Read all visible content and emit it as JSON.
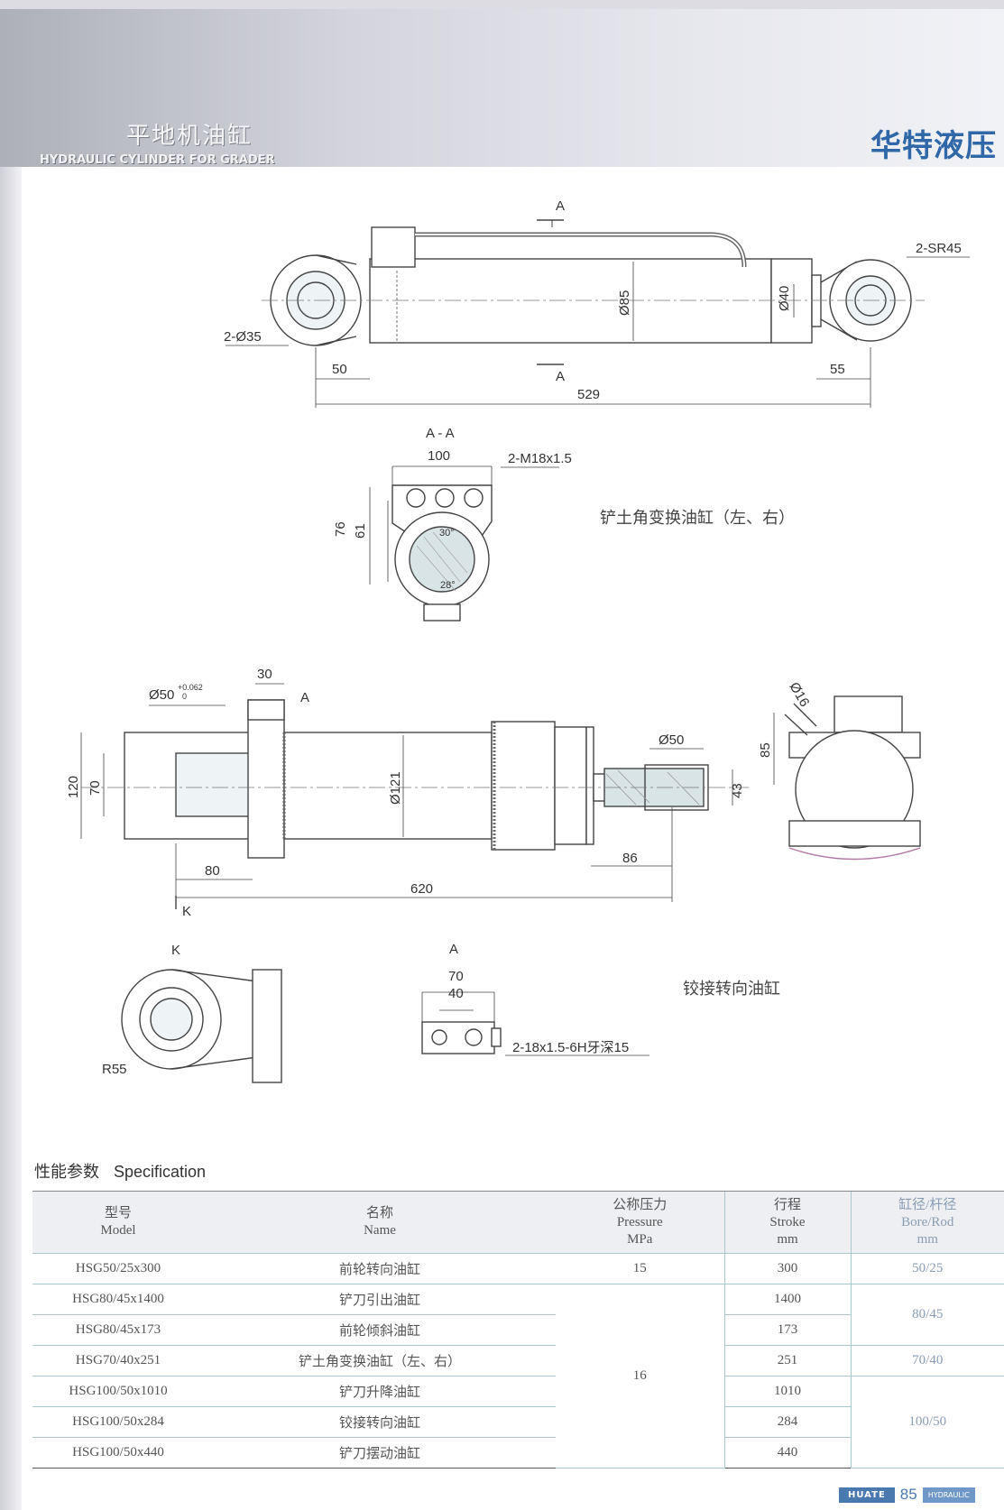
{
  "header": {
    "title_cn": "平地机油缸",
    "title_en": "HYDRAULIC CYLINDER FOR GRADER",
    "brand": "华特液压"
  },
  "drawing1": {
    "dims": {
      "section_a_top": "A",
      "section_a_bottom": "A",
      "sr45": "2-SR45",
      "d35": "2-Ø35",
      "d85": "Ø85",
      "d40": "Ø40",
      "d50": "50",
      "d55": "55",
      "d529": "529"
    }
  },
  "section_aa": {
    "title": "A - A",
    "dims": {
      "w100": "100",
      "thread": "2-M18x1.5",
      "h76": "76",
      "h61": "61",
      "ang30": "30°",
      "ang28": "28°"
    },
    "note": "铲土角变换油缸（左、右）"
  },
  "drawing2": {
    "dims": {
      "d50tol": "Ø50",
      "tol_upper": "+0.062",
      "tol_lower": "0",
      "w30": "30",
      "mark_a": "A",
      "h120": "120",
      "h70": "70",
      "d121": "Ø121",
      "d50b": "Ø50",
      "h43": "43",
      "w80": "80",
      "w620": "620",
      "w86": "86",
      "mark_k": "K",
      "d16": "Ø16",
      "h85": "85"
    }
  },
  "view_k": {
    "title": "K",
    "r55": "R55"
  },
  "view_a": {
    "title": "A",
    "w70": "70",
    "w40": "40",
    "thread": "2-18x1.5-6H牙深15"
  },
  "note2": "铰接转向油缸",
  "spec": {
    "heading_cn": "性能参数",
    "heading_en": "Specification",
    "headers": {
      "model_cn": "型号",
      "model_en": "Model",
      "name_cn": "名称",
      "name_en": "Name",
      "pressure_cn": "公称压力",
      "pressure_en": "Pressure",
      "pressure_unit": "MPa",
      "stroke_cn": "行程",
      "stroke_en": "Stroke",
      "stroke_unit": "mm",
      "bore_cn": "缸径/杆径",
      "bore_en": "Bore/Rod",
      "bore_unit": "mm"
    },
    "rows": [
      {
        "model": "HSG50/25x300",
        "name": "前轮转向油缸",
        "stroke": "300"
      },
      {
        "model": "HSG80/45x1400",
        "name": "铲刀引出油缸",
        "stroke": "1400"
      },
      {
        "model": "HSG80/45x173",
        "name": "前轮倾斜油缸",
        "stroke": "173"
      },
      {
        "model": "HSG70/40x251",
        "name": "铲土角变换油缸（左、右）",
        "stroke": "251"
      },
      {
        "model": "HSG100/50x1010",
        "name": "铲刀升降油缸",
        "stroke": "1010"
      },
      {
        "model": "HSG100/50x284",
        "name": "铰接转向油缸",
        "stroke": "284"
      },
      {
        "model": "HSG100/50x440",
        "name": "铲刀摆动油缸",
        "stroke": "440"
      }
    ],
    "pressure_groups": [
      "15",
      "16"
    ],
    "bore_groups": [
      "50/25",
      "80/45",
      "70/40",
      "100/50"
    ]
  },
  "footer": {
    "brand": "HUATE",
    "page": "85",
    "tag": "HYDRAULIC"
  }
}
